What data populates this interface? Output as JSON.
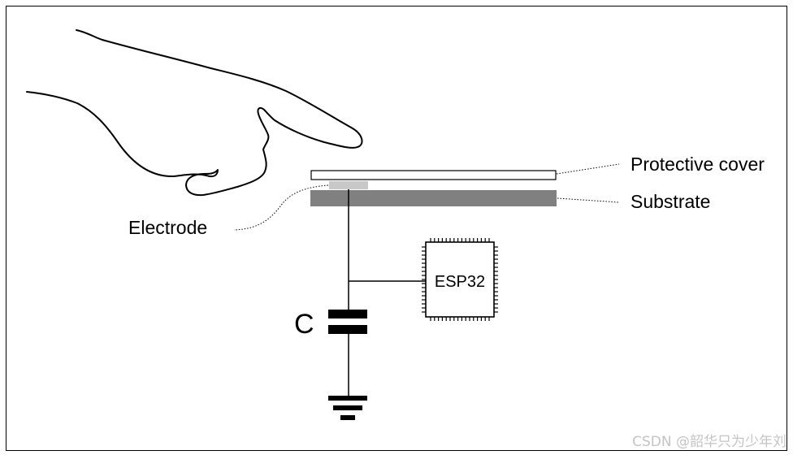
{
  "diagram": {
    "labels": {
      "protective_cover": "Protective cover",
      "substrate": "Substrate",
      "electrode": "Electrode",
      "chip": "ESP32",
      "capacitor": "C"
    },
    "watermark": "CSDN @韶华只为少年刘"
  },
  "colors": {
    "stroke": "#000000",
    "substrate": "#808080",
    "electrode": "#c8c8c8",
    "cover": "#ffffff",
    "watermark": "#c4c4c4"
  }
}
